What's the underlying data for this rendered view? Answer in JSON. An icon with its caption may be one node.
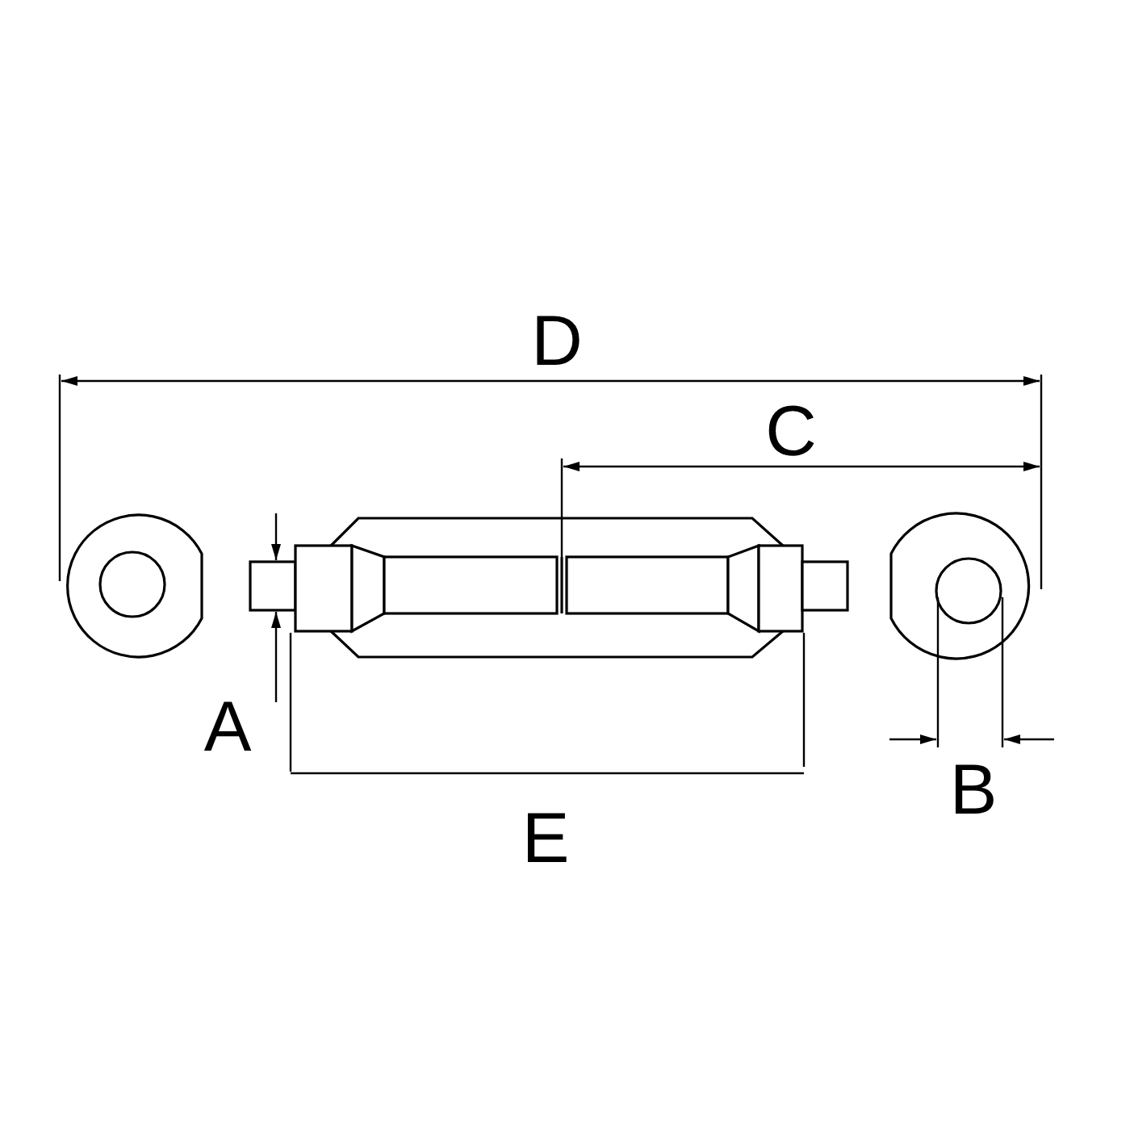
{
  "diagram": {
    "labels": [
      "D",
      "C",
      "A",
      "B",
      "E"
    ]
  }
}
